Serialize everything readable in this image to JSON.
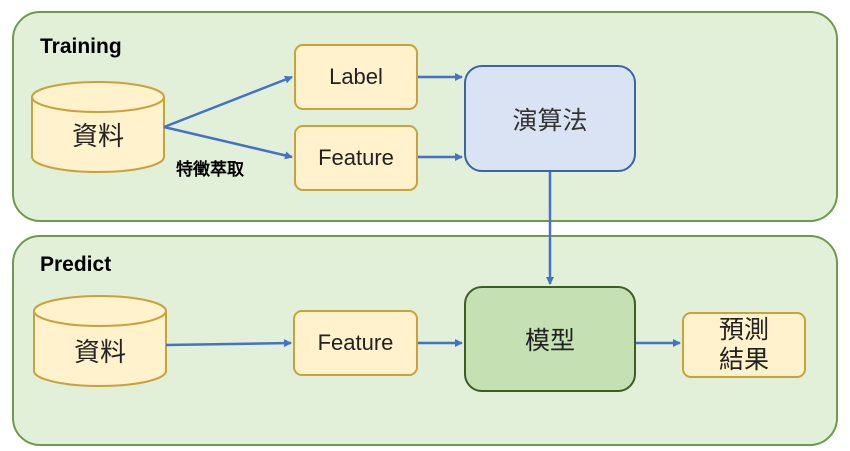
{
  "panels": {
    "training": {
      "title": "Training"
    },
    "predict": {
      "title": "Predict"
    }
  },
  "nodes": {
    "training_data": "資料",
    "label": "Label",
    "training_feature": "Feature",
    "algorithm": "演算法",
    "predict_data": "資料",
    "predict_feature": "Feature",
    "model": "模型",
    "result": [
      "預測",
      "結果"
    ]
  },
  "edges": {
    "feature_extraction": "特徵萃取"
  },
  "colors": {
    "panel_fill": "#e2efd9",
    "panel_border": "#6e9a4c",
    "yellow_fill": "#fff2cc",
    "yellow_border": "#c9a23a",
    "algorithm_fill": "#dae3f3",
    "algorithm_border": "#3e62a8",
    "model_fill": "#c5e0b3",
    "model_border": "#3c5d26",
    "arrow": "#4472c4"
  }
}
